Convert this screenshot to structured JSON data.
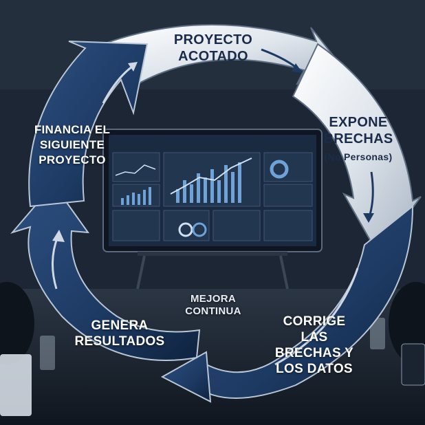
{
  "cycle": {
    "steps": [
      {
        "label": "PROYECTO ACOTADO"
      },
      {
        "label": "EXPONE BRECHAS",
        "sublabel": "(No Personas)"
      },
      {
        "label": "CORRIGE LAS BRECHAS Y LOS DATOS"
      },
      {
        "label": "GENERA RESULTADOS"
      },
      {
        "label": "FINANCIA EL SIGUIENTE PROYECTO"
      }
    ],
    "center_label": "MEJORA CONTINUA"
  },
  "colors": {
    "silver_arrow": "#e9edf2",
    "navy_arrow": "#1d3a63",
    "screen_bg": "#1a2a40",
    "accent_blue": "#6fa3d8"
  }
}
